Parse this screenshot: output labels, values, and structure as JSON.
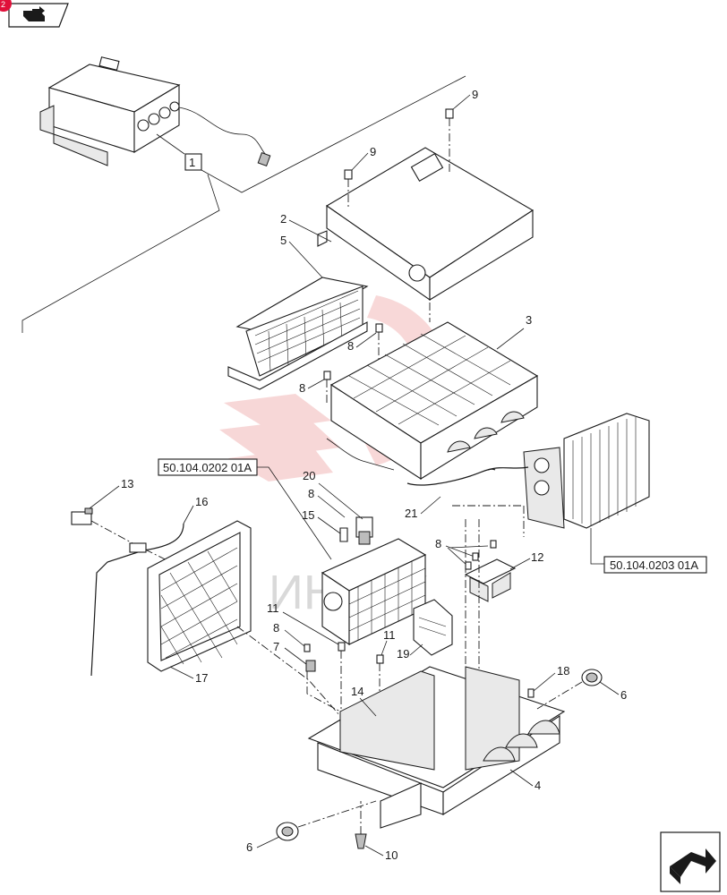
{
  "top_bar": {
    "page_badge": "2",
    "icon": "book-arrow-icon"
  },
  "watermark": {
    "text": "ИНТЕК",
    "color": "#f2b8b8"
  },
  "callouts": {
    "c1": "1",
    "c2": "2",
    "c3": "3",
    "c4": "4",
    "c5": "5",
    "c6a": "6",
    "c6b": "6",
    "c7": "7",
    "c8a": "8",
    "c8b": "8",
    "c8c": "8",
    "c8d": "8",
    "c8e": "8",
    "c9a": "9",
    "c9b": "9",
    "c10": "10",
    "c11a": "11",
    "c11b": "11",
    "c12": "12",
    "c13": "13",
    "c14": "14",
    "c15": "15",
    "c16": "16",
    "c17": "17",
    "c18": "18",
    "c19": "19",
    "c20": "20",
    "c21": "21"
  },
  "references": {
    "blower": "50.104.0202 01A",
    "heater_core": "50.104.0203 01A"
  },
  "nav": {
    "next_icon": "next-page-arrow-icon"
  },
  "colors": {
    "badge": "#e0103a",
    "watermark": "#f2b8b8",
    "line": "#1a1a1a"
  }
}
